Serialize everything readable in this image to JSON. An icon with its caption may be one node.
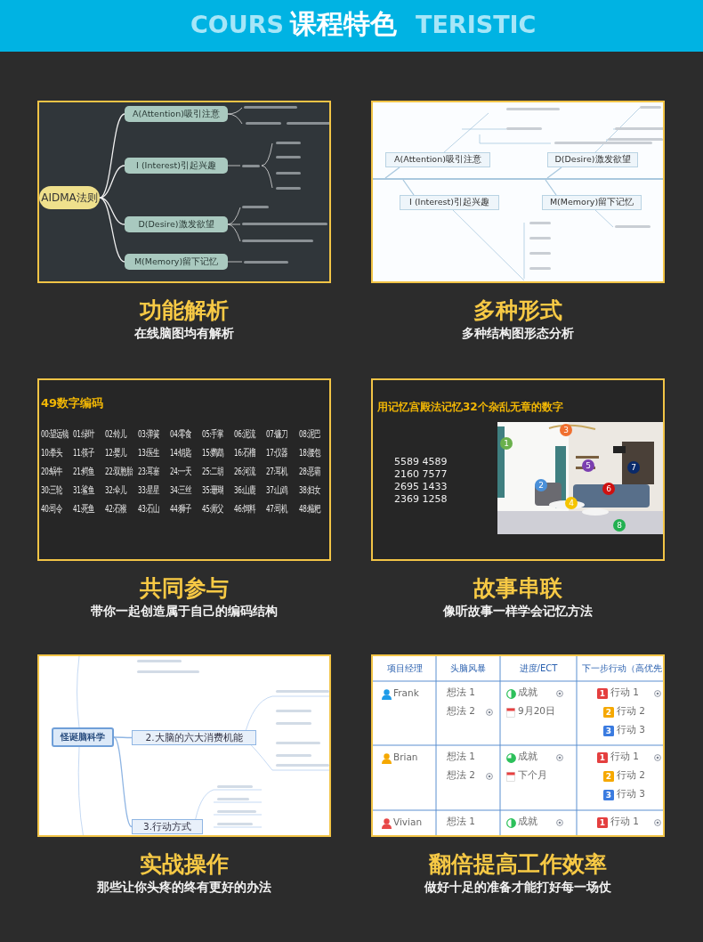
{
  "diagram": {
    "nodes": [
      {
        "text": [
          "课程特色"
        ]
      },
      {
        "text": [],
        "shape": "box",
        "beside": [
          "功能解析",
          "在线脑图均有解析"
        ]
      },
      {
        "text": [
          "AIDMA法则"
        ],
        "in": 1
      },
      {
        "text": [
          "A(Attention)吸引注意"
        ],
        "in": 1
      },
      {
        "text": [
          "I (Interest)引起兴趣"
        ],
        "in": 1
      },
      {
        "text": [
          "D(Desire)激发欲望"
        ],
        "in": 1
      },
      {
        "text": [
          "M(Memory)留下记忆"
        ],
        "in": 1
      },
      {
        "text": [],
        "shape": "box",
        "beside": [
          "多种形式",
          "多种结构图形态分析"
        ]
      },
      {
        "text": [],
        "shape": "bar",
        "in": 7
      },
      {
        "text": [
          "A(Attention)吸引注意"
        ],
        "in": 7
      },
      {
        "text": [
          "I (Interest)引起兴趣"
        ],
        "in": 7
      },
      {
        "text": [
          "D(Desire)激发欲望"
        ],
        "in": 7
      },
      {
        "text": [
          "M(Memory)留下记忆"
        ],
        "in": 7
      },
      {
        "text": [
          "49数字编码"
        ],
        "beside": [
          "共同参与",
          "带你一起创造属于自己的编码结构"
        ]
      },
      {
        "text": [
          "用记忆宫殿法记忆32个杂乱无章的数字"
        ],
        "beside": [
          "故事串联",
          "像听故事一样学会记忆方法"
        ]
      },
      {
        "text": [],
        "shape": "picture",
        "in": 14
      },
      {
        "text": [],
        "shape": "box",
        "beside": [
          "实战操作",
          "那些让你头疼的终有更好的办法"
        ]
      },
      {
        "text": [
          "怪诞脑科学"
        ],
        "in": 16
      },
      {
        "text": [
          "2.大脑的六大消费机能"
        ],
        "in": 16
      },
      {
        "text": [
          "3.行动方式"
        ],
        "in": 16
      },
      {
        "text": [],
        "shape": "box",
        "beside": [
          "翻倍提高工作效率",
          "做好十足的准备才能打好每一场仗"
        ]
      }
    ],
    "edges": [
      {
        "from": 2,
        "to": 3,
        "arrow": "none"
      },
      {
        "from": 2,
        "to": 4,
        "arrow": "none"
      },
      {
        "from": 2,
        "to": 5,
        "arrow": "none"
      },
      {
        "from": 2,
        "to": 6,
        "arrow": "none"
      },
      {
        "from": 8,
        "to": 9,
        "arrow": "none",
        "color": "#a9c8de"
      },
      {
        "from": 8,
        "to": 10,
        "arrow": "none",
        "color": "#a9c8de"
      },
      {
        "from": 8,
        "to": 11,
        "arrow": "none",
        "color": "#a9c8de"
      },
      {
        "from": 8,
        "to": 12,
        "arrow": "none",
        "color": "#a9c8de"
      },
      {
        "from": 17,
        "to": 18,
        "arrow": "none",
        "color": "#8fb5e3"
      },
      {
        "from": 17,
        "to": 19,
        "arrow": "none",
        "color": "#8fb5e3"
      }
    ],
    "labels": [
      "COURS",
      "TERISTIC",
      "00:望远镜",
      "01:绿叶",
      "02:铃儿",
      "03:弹簧",
      "04:零食",
      "05:手掌",
      "06:泥流",
      "07:镰刀",
      "08:泥巴",
      "10:拳头",
      "11:筷子",
      "12:婴儿",
      "13:医生",
      "14:钥匙",
      "15:鹦鹉",
      "16:石榴",
      "17:仪器",
      "18:腰包",
      "20:蜗牛",
      "21:鳄鱼",
      "22:双胞胎",
      "23:耳塞",
      "24:一天",
      "25:二胡",
      "26:河流",
      "27:耳机",
      "28:恶霸",
      "30:三轮",
      "31:鲨鱼",
      "32:伞儿",
      "33:星星",
      "34:三丝",
      "35:珊瑚",
      "36:山鹿",
      "37:山鸡",
      "38:妇女",
      "40:司令",
      "41:死鱼",
      "42:石猴",
      "43:石山",
      "44:狮子",
      "45:师父",
      "46:饲料",
      "47:司机",
      "48:糍粑",
      "5589 4589",
      "2160 7577",
      "2695 1433",
      "2369 1258",
      "1",
      "2",
      "3",
      "4",
      "5",
      "6",
      "7",
      "8",
      "项目经理",
      "头脑风暴",
      "进度/ECT",
      "下一步行动（高优先",
      "Frank",
      "想法 1",
      "想法 2",
      "成就",
      "9月20日",
      "1",
      "行动 1",
      "2",
      "行动 2",
      "3",
      "行动 3",
      "Brian",
      "想法 1",
      "想法 2",
      "成就",
      "下个月",
      "1",
      "行动 1",
      "2",
      "行动 2",
      "3",
      "行动 3",
      "Vivian",
      "想法 1",
      "成就",
      "1",
      "行动 1"
    ]
  }
}
